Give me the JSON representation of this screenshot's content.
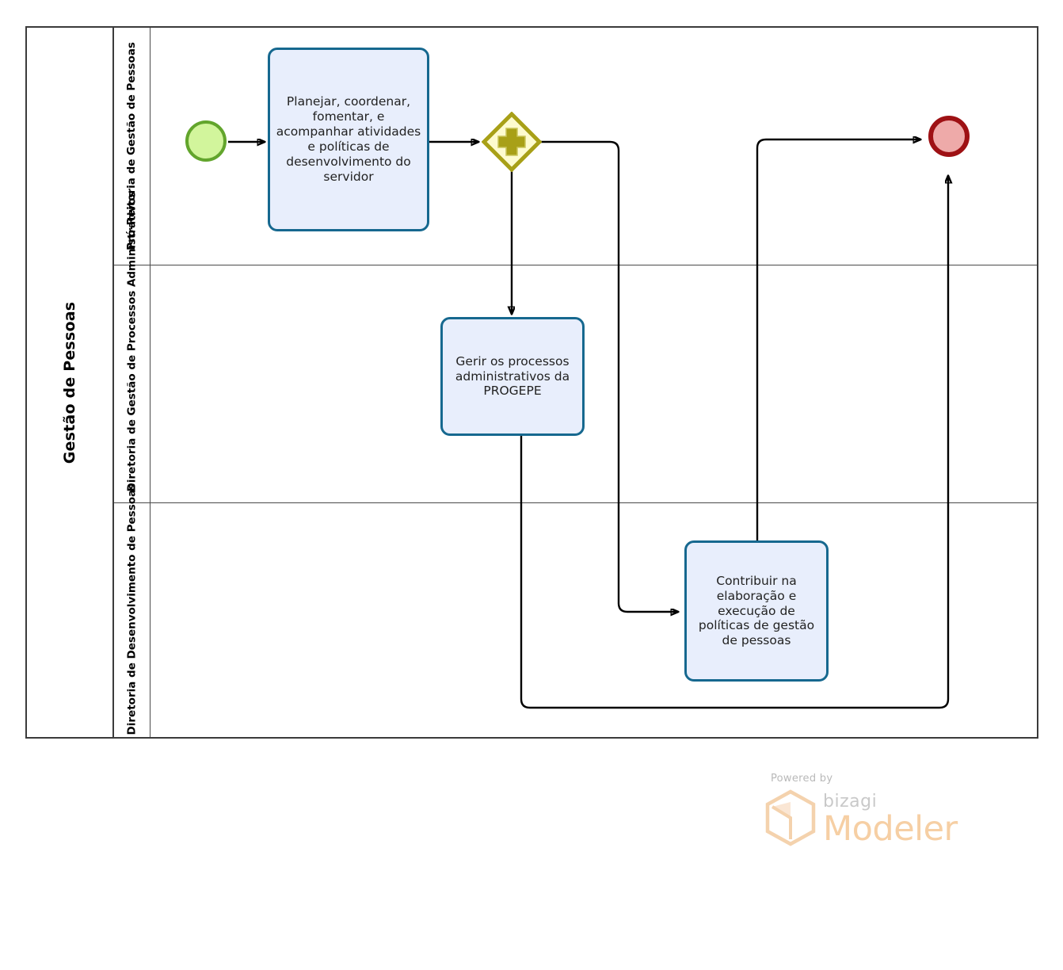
{
  "diagram": {
    "type": "bpmn-process",
    "pool": {
      "name": "Gestão de Pessoas"
    },
    "lanes": [
      {
        "id": "lane-pro-reitoria",
        "name": "Pró-Reitoria de Gestão de Pessoas"
      },
      {
        "id": "lane-processos-adm",
        "name": "Diretoria de Gestão de Processos Administrativos"
      },
      {
        "id": "lane-desenvolvimento",
        "name": "Diretoria de Desenvolvimento de Pessoas"
      }
    ],
    "nodes": [
      {
        "id": "start-event",
        "type": "start-event",
        "label": "",
        "lane": "lane-pro-reitoria"
      },
      {
        "id": "task-planejar",
        "type": "task",
        "label": "Planejar, coordenar, fomentar, e acompanhar atividades e políticas de desenvolvimento do servidor",
        "lane": "lane-pro-reitoria"
      },
      {
        "id": "gateway-parallel",
        "type": "parallel-gateway",
        "label": "",
        "lane": "lane-pro-reitoria"
      },
      {
        "id": "task-gerir",
        "type": "task",
        "label": "Gerir os processos administrativos da PROGEPE",
        "lane": "lane-processos-adm"
      },
      {
        "id": "task-contribuir",
        "type": "task",
        "label": "Contribuir na elaboração e execução de políticas de gestão de pessoas",
        "lane": "lane-desenvolvimento"
      },
      {
        "id": "end-event",
        "type": "end-event",
        "label": "",
        "lane": "lane-pro-reitoria"
      }
    ],
    "flows": [
      {
        "from": "start-event",
        "to": "task-planejar"
      },
      {
        "from": "task-planejar",
        "to": "gateway-parallel"
      },
      {
        "from": "gateway-parallel",
        "to": "task-gerir"
      },
      {
        "from": "gateway-parallel",
        "to": "task-contribuir"
      },
      {
        "from": "task-contribuir",
        "to": "end-event"
      },
      {
        "from": "task-gerir",
        "to": "end-event"
      }
    ],
    "colors": {
      "task_fill": "#e8eefc",
      "task_border": "#16688f",
      "start_fill": "#d2f59c",
      "start_border": "#62a52c",
      "end_fill": "#eeaaa9",
      "end_border": "#9e1114",
      "gateway_fill": "#fdfbcf",
      "gateway_border": "#a8a017",
      "pool_border": "#3b3b3b",
      "connector": "#000000"
    }
  },
  "watermark": {
    "powered_by": "Powered by",
    "brand": "bizagi",
    "product": "Modeler",
    "brand_color": "#f6cfa4"
  }
}
